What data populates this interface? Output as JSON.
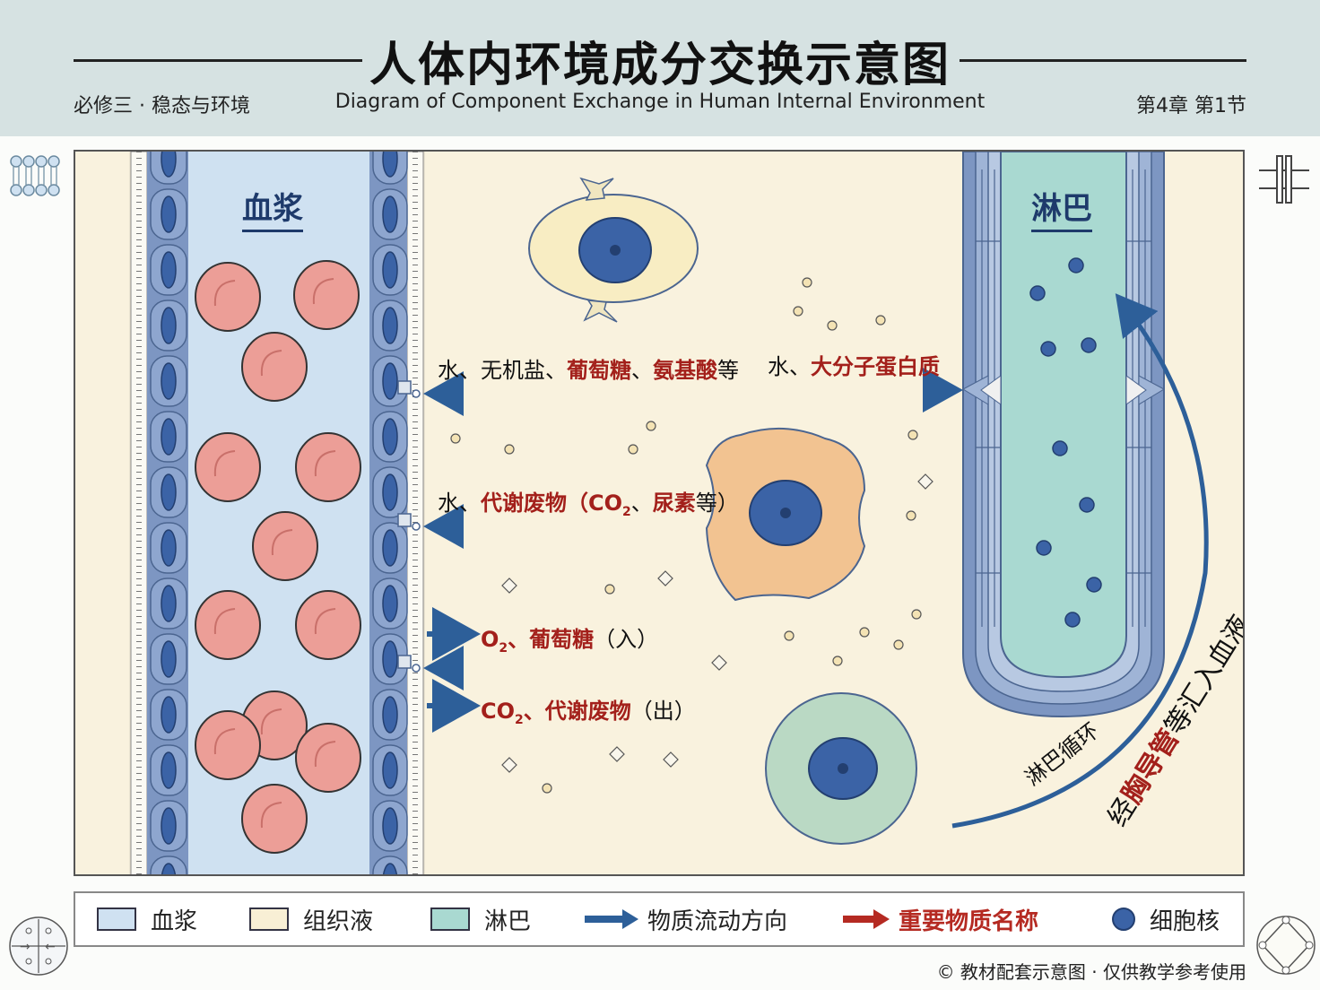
{
  "header": {
    "title": "人体内环境成分交换示意图",
    "subtitle_left": "必修三 · 稳态与环境",
    "subtitle_center": "Diagram of Component Exchange in Human Internal Environment",
    "subtitle_right": "第4章 第1节"
  },
  "regions": {
    "plasma": "血浆",
    "lymph": "淋巴"
  },
  "labels": {
    "row1_plain_a": "水、无机盐、",
    "row1_red_a": "葡萄糖",
    "row1_plain_b": "、",
    "row1_red_b": "氨基酸",
    "row1_plain_c": "等",
    "row2_plain": "水、",
    "row2_red": "大分子蛋白质",
    "row3_plain_a": "水、",
    "row3_red_a": "代谢废物（CO",
    "row3_sub": "2",
    "row3_plain_b": "、",
    "row3_red_b": "尿素",
    "row3_plain_c": "等）",
    "row4_red_a": "O",
    "row4_sub": "2",
    "row4_red_b": "、葡萄糖",
    "row4_plain": "（入）",
    "row5_red_a": "CO",
    "row5_sub": "2",
    "row5_red_b": "、代谢废物",
    "row5_plain": "（出）",
    "curve_text_1": "淋巴循环",
    "curve_text_2a": "经",
    "curve_text_2b": "胸导管",
    "curve_text_2c": "等汇入血液"
  },
  "legend": [
    {
      "label": "血浆",
      "color": "#cfe1f1"
    },
    {
      "label": "组织液",
      "color": "#f8efd5"
    },
    {
      "label": "淋巴",
      "color": "#a9d9d1"
    },
    {
      "label": "物质流动方向",
      "color": "#2d5f99"
    },
    {
      "label": "重要物质名称",
      "color": "#b52a22"
    },
    {
      "label": "细胞核",
      "color": "#3b63a6"
    }
  ],
  "footer": "© 教材配套示意图 · 仅供教学参考使用"
}
